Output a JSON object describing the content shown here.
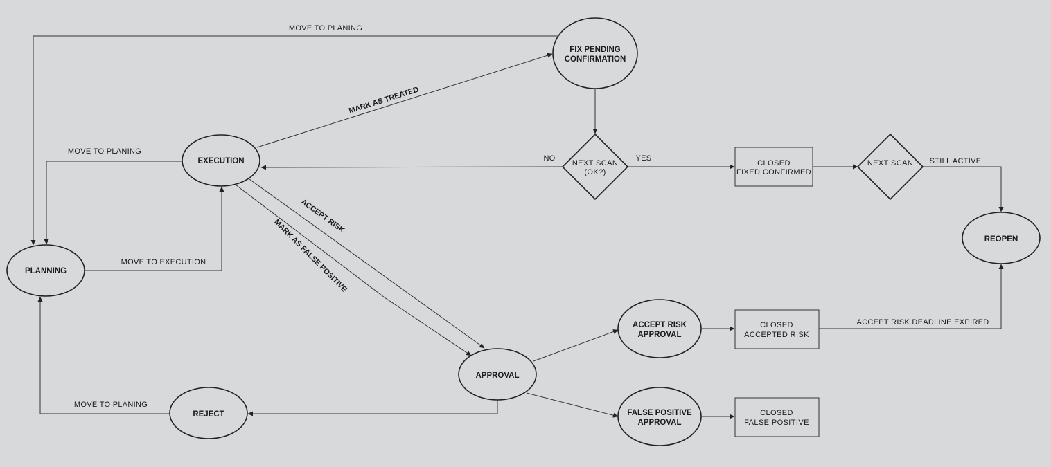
{
  "nodes": {
    "planning": "PLANNING",
    "execution": "EXECUTION",
    "fix_pending_1": "FIX PENDING",
    "fix_pending_2": "CONFIRMATION",
    "next_scan_ok_1": "NEXT SCAN",
    "next_scan_ok_2": "(OK?)",
    "closed_fixed_1": "CLOSED",
    "closed_fixed_2": "FIXED CONFIRMED",
    "next_scan": "NEXT SCAN",
    "reopen": "REOPEN",
    "approval": "APPROVAL",
    "reject": "REJECT",
    "accept_risk_approval_1": "ACCEPT RISK",
    "accept_risk_approval_2": "APPROVAL",
    "false_positive_approval_1": "FALSE POSITIVE",
    "false_positive_approval_2": "APPROVAL",
    "closed_accepted_1": "CLOSED",
    "closed_accepted_2": "ACCEPTED RISK",
    "closed_false_1": "CLOSED",
    "closed_false_2": "FALSE POSITIVE"
  },
  "edges": {
    "move_to_planing_top": "MOVE TO PLANING",
    "move_to_planing_exec": "MOVE TO PLANING",
    "move_to_execution": "MOVE TO EXECUTION",
    "mark_as_treated": "MARK AS TREATED",
    "accept_risk": "ACCEPT RISK",
    "mark_as_false_positive": "MARK AS FALSE POSITIVE",
    "no": "NO",
    "yes": "YES",
    "still_active": "STILL ACTIVE",
    "accept_risk_deadline_expired": "ACCEPT RISK DEADLINE EXPIRED",
    "move_to_planing_reject": "MOVE TO PLANING"
  }
}
